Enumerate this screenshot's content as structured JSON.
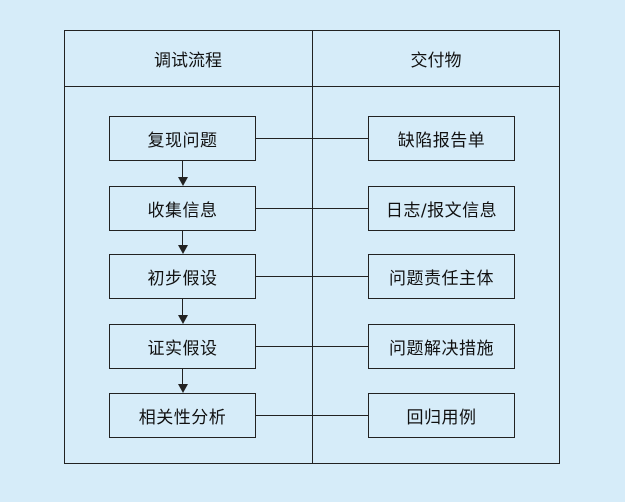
{
  "headers": {
    "left": "调试流程",
    "right": "交付物"
  },
  "process_steps": [
    "复现问题",
    "收集信息",
    "初步假设",
    "证实假设",
    "相关性分析"
  ],
  "deliverables": [
    "缺陷报告单",
    "日志/报文信息",
    "问题责任主体",
    "问题解决措施",
    "回归用例"
  ],
  "colors": {
    "background": "#d6ecf9",
    "line": "#222222"
  }
}
